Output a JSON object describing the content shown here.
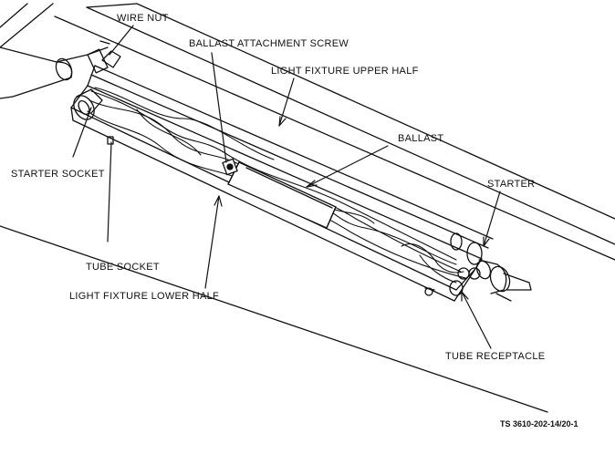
{
  "labels": {
    "wire_nut": "WIRE NUT",
    "ballast_attachment_screw": "BALLAST ATTACHMENT SCREW",
    "light_fixture_upper_half": "LIGHT FIXTURE UPPER HALF",
    "ballast": "BALLAST",
    "starter_socket": "STARTER SOCKET",
    "starter": "STARTER",
    "tube_socket": "TUBE SOCKET",
    "light_fixture_lower_half": "LIGHT FIXTURE LOWER HALF",
    "tube_receptacle": "TUBE RECEPTACLE"
  },
  "figure_id": "TS 3610-202-14/20-1"
}
